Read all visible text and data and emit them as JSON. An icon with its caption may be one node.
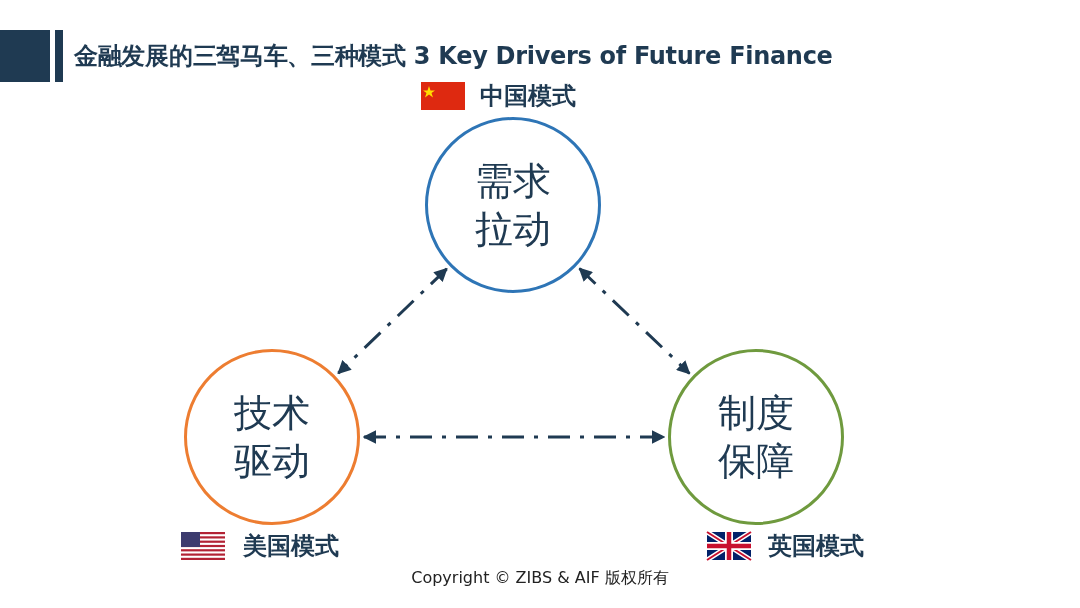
{
  "diagram": {
    "title": "金融发展的三驾马车、三种模式 3 Key Drivers of Future Finance",
    "nodes": [
      {
        "text": [
          "需求拉动"
        ],
        "beside": [
          "中国模式"
        ]
      },
      {
        "text": [
          "技术驱动"
        ],
        "beside": [
          "美国模式"
        ]
      },
      {
        "text": [
          "制度保障"
        ],
        "beside": [
          "英国模式"
        ]
      }
    ],
    "edges": [
      {
        "from": 0,
        "to": 1,
        "arrow": "both",
        "style": "dashed"
      },
      {
        "from": 0,
        "to": 2,
        "arrow": "both",
        "style": "dashed"
      },
      {
        "from": 1,
        "to": 2,
        "arrow": "both",
        "style": "dashed"
      }
    ],
    "labels": [
      "Copyright © ZIBS & AIF 版权所有"
    ]
  }
}
